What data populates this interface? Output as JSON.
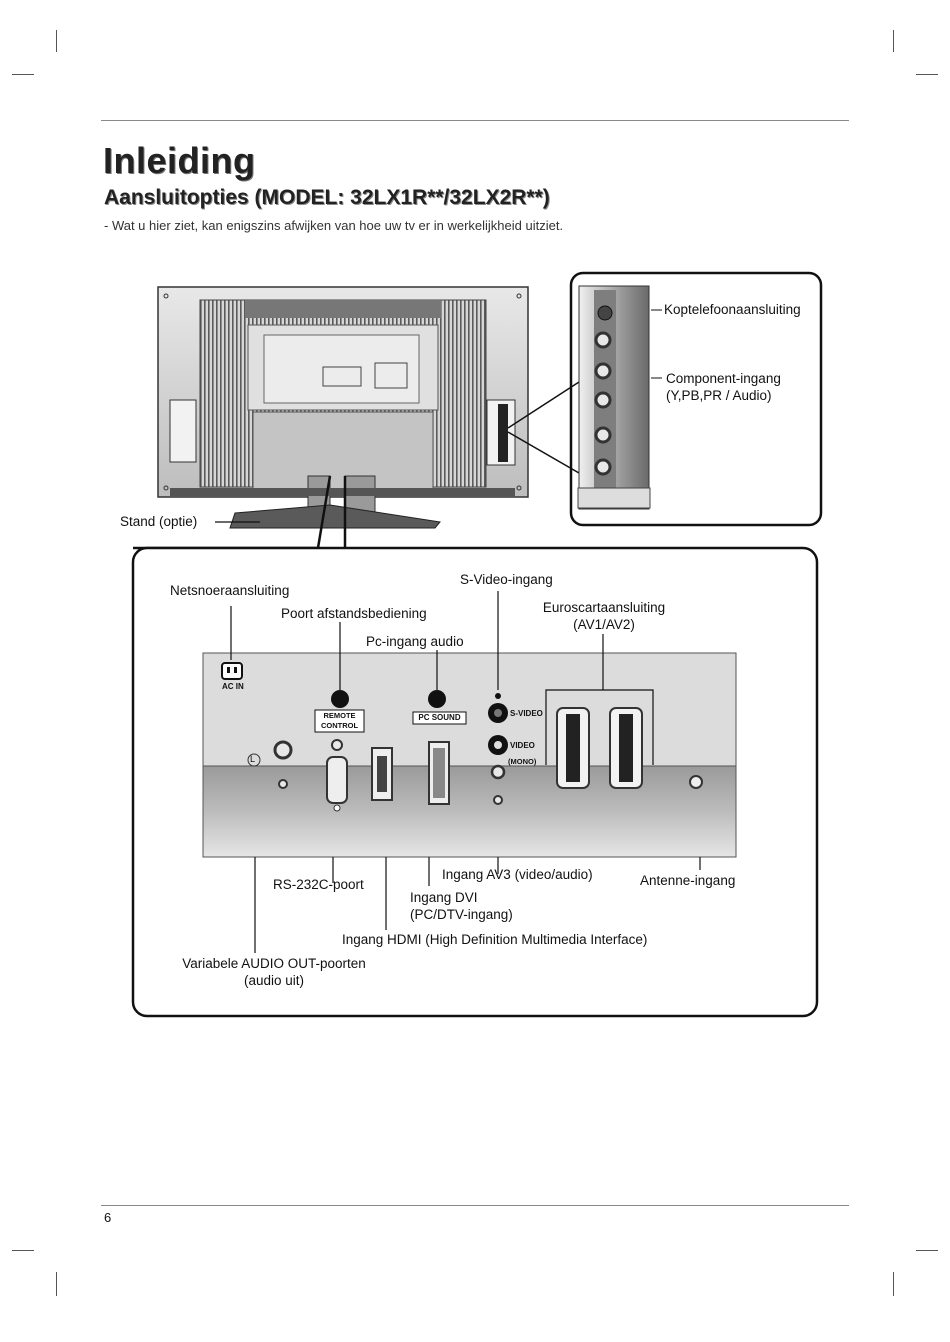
{
  "page": {
    "title": "Inleiding",
    "subtitle": "Aansluitopties (MODEL: 32LX1R**/32LX2R**)",
    "note": "- Wat u hier ziet, kan enigszins afwijken van hoe uw tv er in werkelijkheid uitziet.",
    "page_number": "6"
  },
  "tv_back": {
    "stand_label": "Stand (optie)"
  },
  "side_panel": {
    "headphone_label": "Koptelefoonaansluiting",
    "component_label_line1": "Component-ingang",
    "component_label_line2": "(Y,PB,PR / Audio)"
  },
  "rear_panel": {
    "ac_in_text": "AC IN",
    "remote_control_line1": "REMOTE",
    "remote_control_line2": "CONTROL",
    "pc_sound_text": "PC SOUND",
    "svideo_text": "S-VIDEO",
    "video_text": "VIDEO",
    "mono_text": "(MONO)",
    "l_text": "L"
  },
  "callouts": {
    "power": "Netsnoeraansluiting",
    "remote_port": "Poort afstandsbediening",
    "pc_audio": "Pc-ingang audio",
    "svideo": "S-Video-ingang",
    "euroscart_line1": "Euroscartaansluiting",
    "euroscart_line2": "(AV1/AV2)",
    "rs232": "RS-232C-poort",
    "av3": "Ingang AV3 (video/audio)",
    "antenna": "Antenne-ingang",
    "dvi_line1": "Ingang DVI",
    "dvi_line2": "(PC/DTV-ingang)",
    "hdmi": "Ingang HDMI (High Definition Multimedia Interface)",
    "audio_out_line1": "Variabele AUDIO OUT-poorten",
    "audio_out_line2": "(audio uit)"
  }
}
